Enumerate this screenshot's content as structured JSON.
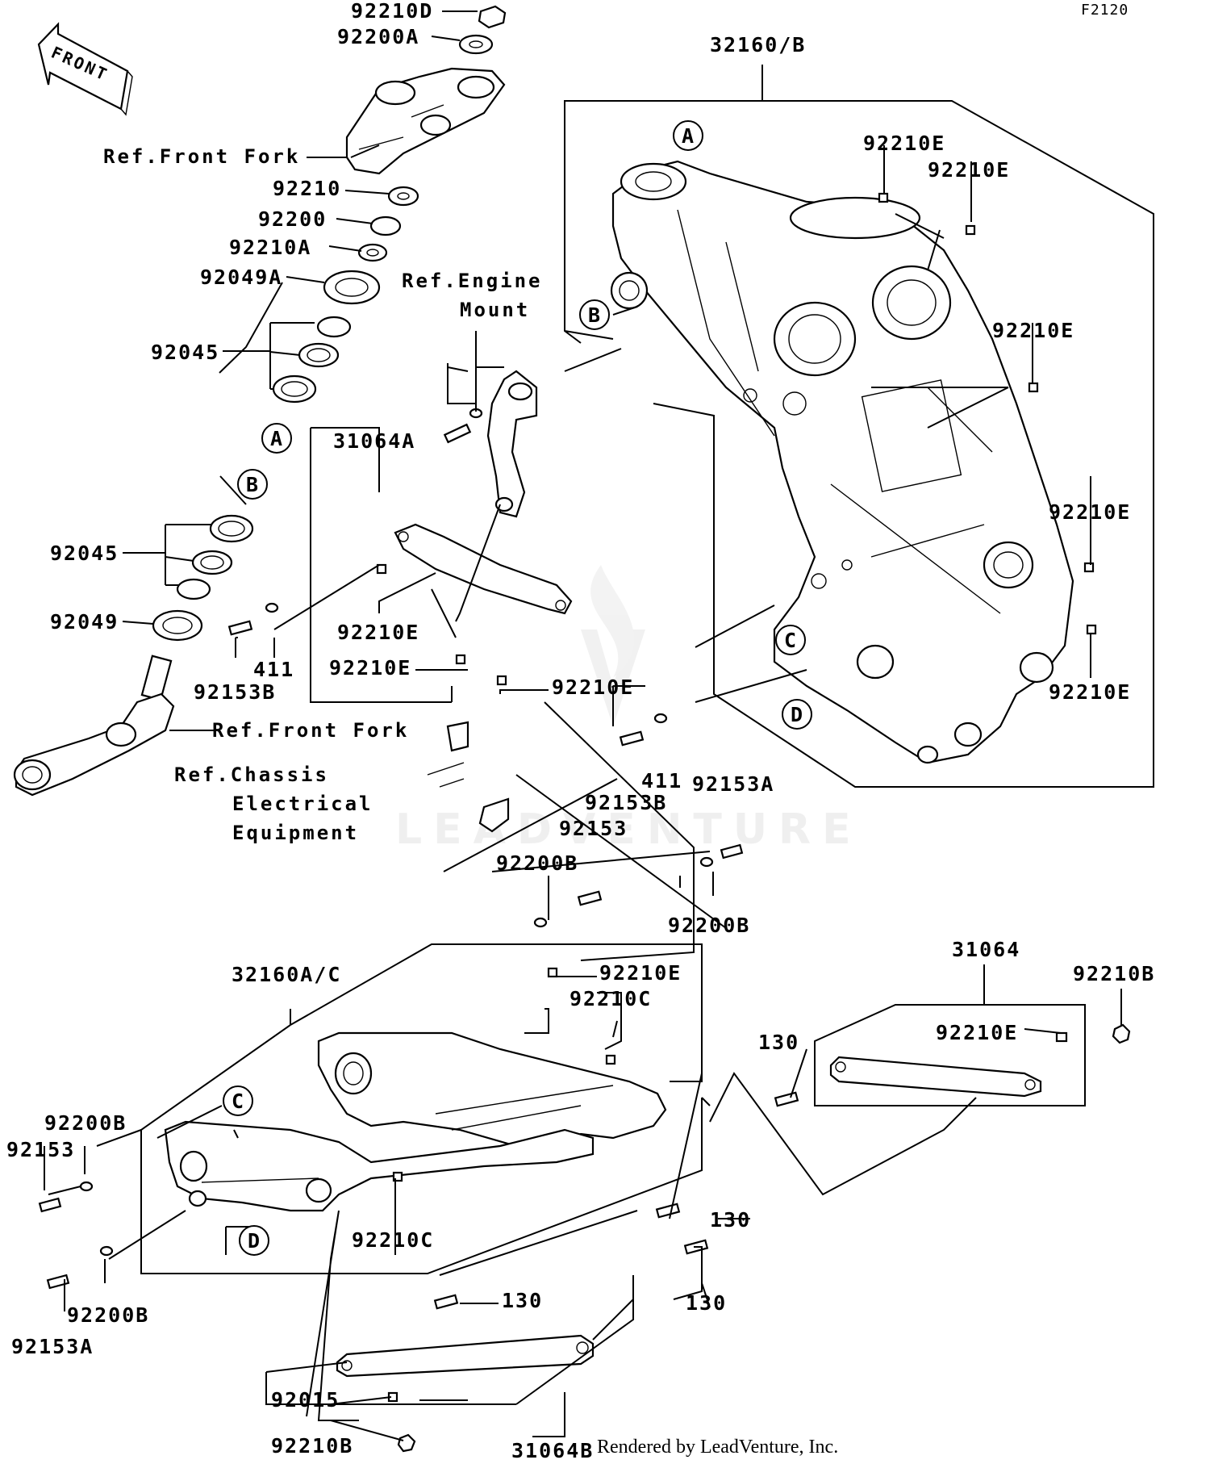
{
  "figure_id": "F2120",
  "footer": "Rendered by LeadVenture, Inc.",
  "watermark": "LEADVENTURE",
  "front_arrow": "FRONT",
  "refs": {
    "front_fork_top": "Ref.Front Fork",
    "engine_mount_1": "Ref.Engine",
    "engine_mount_2": "Mount",
    "front_fork_bottom": "Ref.Front Fork",
    "chassis_1": "Ref.Chassis",
    "chassis_2": "Electrical",
    "chassis_3": "Equipment"
  },
  "callouts": {
    "a": "A",
    "b": "B",
    "c": "C",
    "d": "D"
  },
  "parts": {
    "p92210D": "92210D",
    "p92200A": "92200A",
    "p92210": "92210",
    "p92200": "92200",
    "p92210A": "92210A",
    "p92049A": "92049A",
    "p92045": "92045",
    "p92049": "92049",
    "p32160B": "32160/B",
    "p92210E": "92210E",
    "p31064A": "31064A",
    "p411": "411",
    "p92153B": "92153B",
    "p92153A": "92153A",
    "p92153": "92153",
    "p92200B": "92200B",
    "p32160AC": "32160A/C",
    "p92210C": "92210C",
    "p31064": "31064",
    "p92210B": "92210B",
    "p130": "130",
    "p92015": "92015",
    "p31064B": "31064B"
  }
}
